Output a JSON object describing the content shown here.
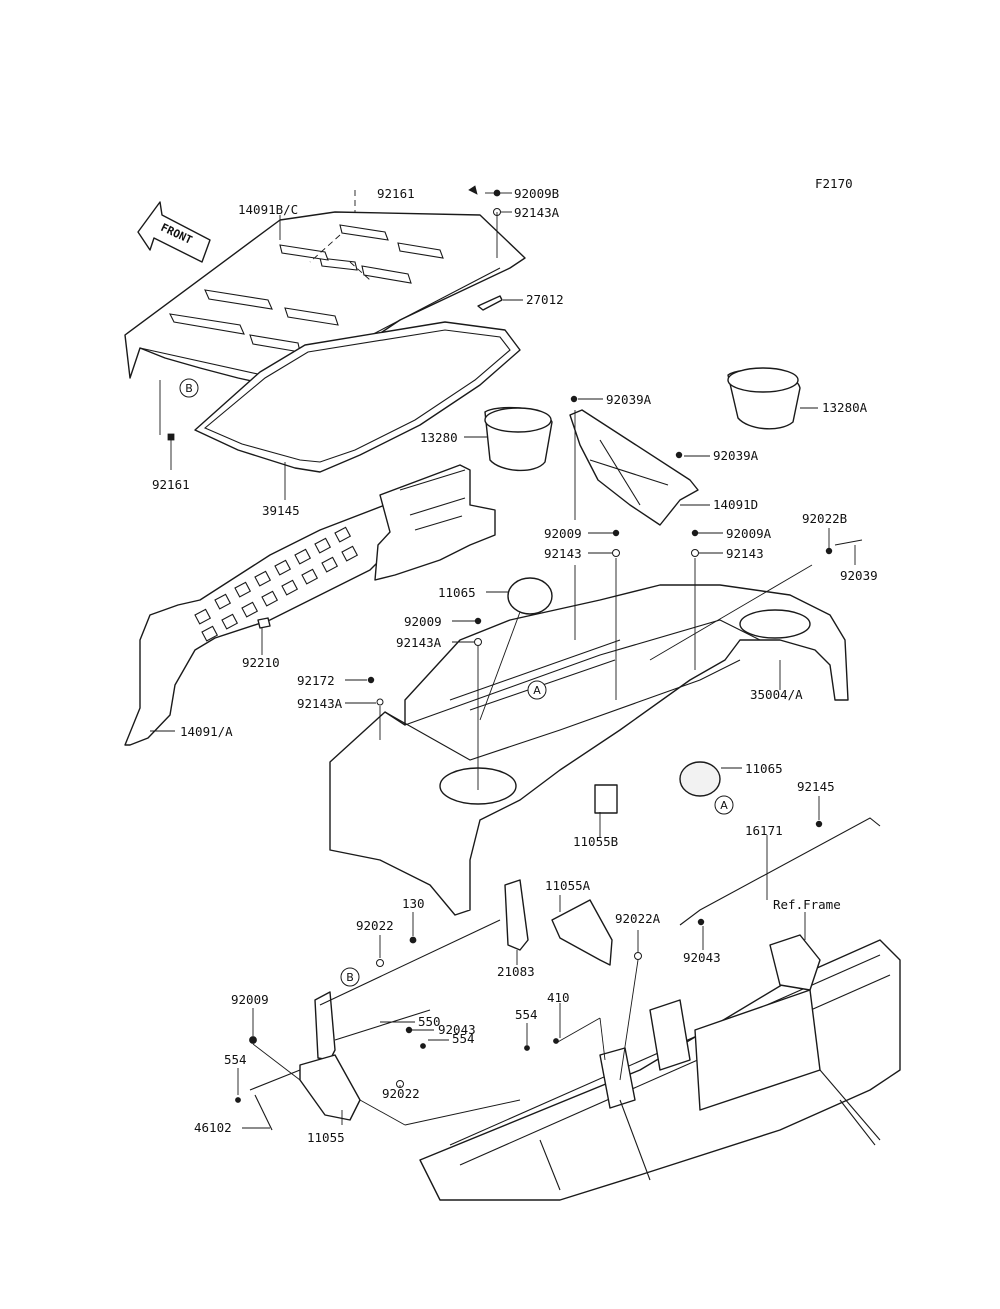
{
  "figure_code": "F2170",
  "front_marker": "FRONT",
  "reference_frame": "Ref.Frame",
  "ref_marks": {
    "a": "A",
    "b": "B"
  },
  "part_labels": {
    "p92161_top": "92161",
    "p14091bc": "14091B/C",
    "p92009b": "92009B",
    "p92143a_top": "92143A",
    "p27012": "27012",
    "p92161_left": "92161",
    "p39145": "39145",
    "p92039a_1": "92039A",
    "p13280": "13280",
    "p13280a": "13280A",
    "p92039a_2": "92039A",
    "p14091d": "14091D",
    "p92009_mid": "92009",
    "p92009a": "92009A",
    "p92022b": "92022B",
    "p92143_mid": "92143",
    "p92143_right": "92143",
    "p92039": "92039",
    "p11065_top": "11065",
    "p92009_left": "92009",
    "p92143a_left": "92143A",
    "p92210": "92210",
    "p92172": "92172",
    "p92143a_low": "92143A",
    "p14091a": "14091/A",
    "p35004a": "35004/A",
    "p11065_right": "11065",
    "p92145": "92145",
    "p11055b": "11055B",
    "p16171": "16171",
    "p11055a": "11055A",
    "p130": "130",
    "p92022_top": "92022",
    "p92022a": "92022A",
    "p21083": "21083",
    "p92043_right": "92043",
    "p92009_bottom": "92009",
    "p92043_bottom": "92043",
    "p550": "550",
    "p410": "410",
    "p554_mid": "554",
    "p554_right": "554",
    "p554_left": "554",
    "p92022_bottom": "92022",
    "p46102": "46102",
    "p11055": "11055"
  }
}
